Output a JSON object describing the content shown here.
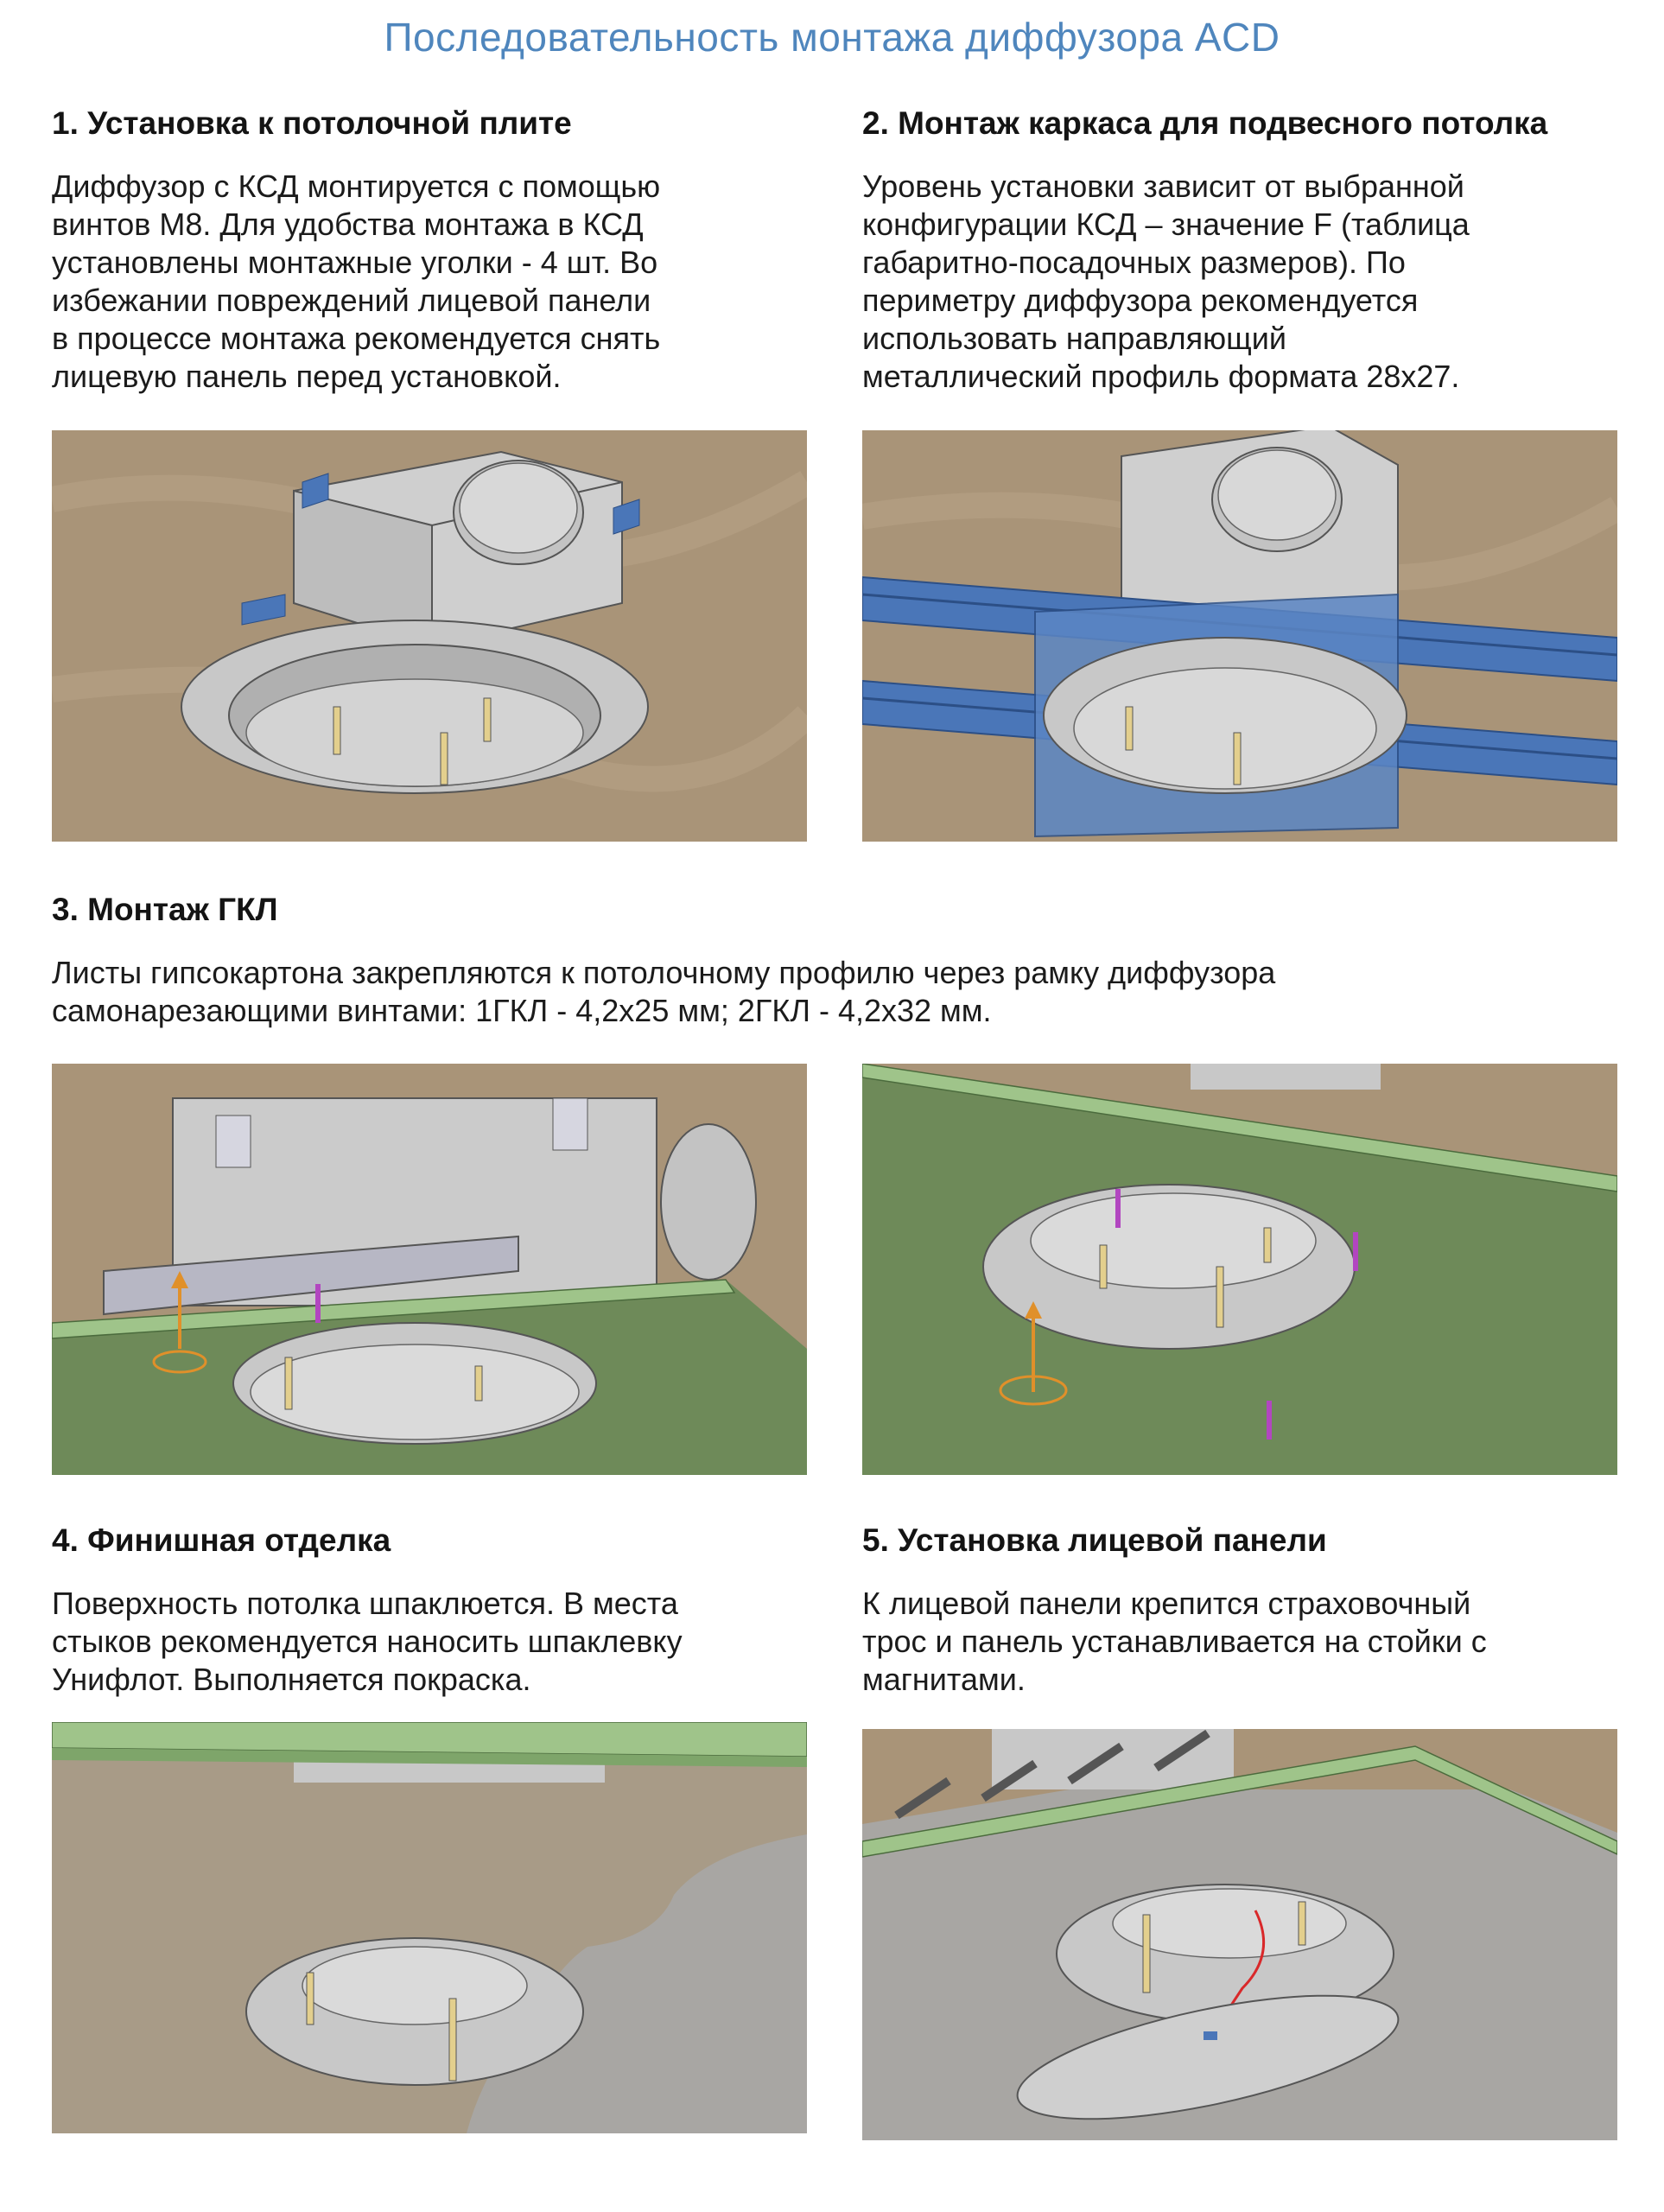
{
  "title": "Последовательность монтажа диффузора ACD",
  "colors": {
    "title": "#4f86bd",
    "concrete": "#a99478",
    "drywall_green": "#6e8a59",
    "frame_blue": "#4a76b8",
    "putty_gray": "#a8a6a3"
  },
  "steps": [
    {
      "heading": "1. Установка к потолочной плите",
      "text": [
        "Диффузор с КСД монтируется с помощью",
        "винтов М8. Для удобства монтажа в КСД",
        "установлены монтажные уголки - 4 шт. Во",
        "избежании повреждений лицевой панели",
        "в процессе монтажа рекомендуется снять",
        "лицевую панель перед установкой."
      ]
    },
    {
      "heading": "2. Монтаж каркаса для подвесного потолка",
      "text": [
        "Уровень установки зависит от выбранной",
        "конфигурации КСД – значение F (таблица",
        "габаритно-посадочных размеров). По",
        "периметру диффузора рекомендуется",
        "использовать направляющий",
        "металлический профиль формата 28х27."
      ]
    },
    {
      "heading": "3. Монтаж ГКЛ",
      "text": [
        "Листы гипсокартона закрепляются к потолочному профилю через рамку диффузора",
        "самонарезающими винтами: 1ГКЛ - 4,2х25 мм; 2ГКЛ - 4,2х32 мм."
      ]
    },
    {
      "heading": "4. Финишная отделка",
      "text": [
        "Поверхность потолка шпаклюется. В места",
        "стыков рекомендуется наносить шпаклевку",
        "Унифлот. Выполняется покраска."
      ]
    },
    {
      "heading": "5. Установка лицевой панели",
      "text": [
        "К лицевой панели крепится страховочный",
        "трос и панель устанавливается на стойки с",
        "магнитами."
      ]
    }
  ],
  "images": [
    {
      "name": "step1-diffuser-on-ceiling-slab"
    },
    {
      "name": "step2-suspended-ceiling-frame"
    },
    {
      "name": "step3-drywall-mounting-a"
    },
    {
      "name": "step3-drywall-mounting-b"
    },
    {
      "name": "step4-finishing"
    },
    {
      "name": "step5-face-panel"
    }
  ]
}
